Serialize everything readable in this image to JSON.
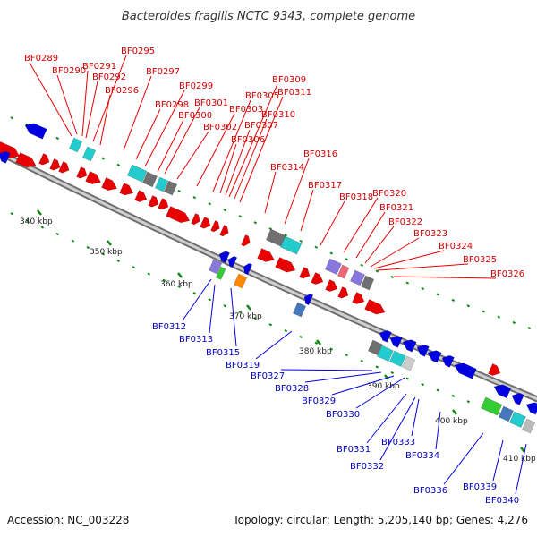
{
  "title": "Bacteroides fragilis NCTC 9343, complete genome",
  "footer": {
    "accession": "Accession: NC_003228",
    "summary": "Topology: circular; Length: 5,205,140 bp; Genes: 4,276"
  },
  "ticks": [
    "340 kbp",
    "350 kbp",
    "360 kbp",
    "370 kbp",
    "380 kbp",
    "390 kbp",
    "400 kbp",
    "410 kbp"
  ],
  "forward_genes": [
    "BF0289",
    "BF0290",
    "BF0291",
    "BF0292",
    "BF0295",
    "BF0296",
    "BF0297",
    "BF0298",
    "BF0299",
    "BF0300",
    "BF0301",
    "BF0302",
    "BF0303",
    "BF0305",
    "BF0306",
    "BF0307",
    "BF0309",
    "BF0310",
    "BF0311",
    "BF0314",
    "BF0316",
    "BF0317",
    "BF0318",
    "BF0320",
    "BF0321",
    "BF0322",
    "BF0323",
    "BF0324",
    "BF0325",
    "BF0326"
  ],
  "reverse_genes": [
    "BF0312",
    "BF0313",
    "BF0315",
    "BF0319",
    "BF0327",
    "BF0328",
    "BF0329",
    "BF0330",
    "BF0331",
    "BF0332",
    "BF0333",
    "BF0334",
    "BF0336",
    "BF0339",
    "BF0340"
  ],
  "colors": {
    "forward": "#e80000",
    "reverse": "#0000e0",
    "forward_label": "#d40000",
    "reverse_label": "#0000c0",
    "rna_cyan": "#22cccc",
    "gray": "#707070",
    "green": "#33cc33",
    "orange": "#ff8800",
    "purple": "#8877dd",
    "pink": "#ee6677",
    "steel": "#4477bb",
    "backbone": "#999999",
    "tick": "#118811"
  }
}
